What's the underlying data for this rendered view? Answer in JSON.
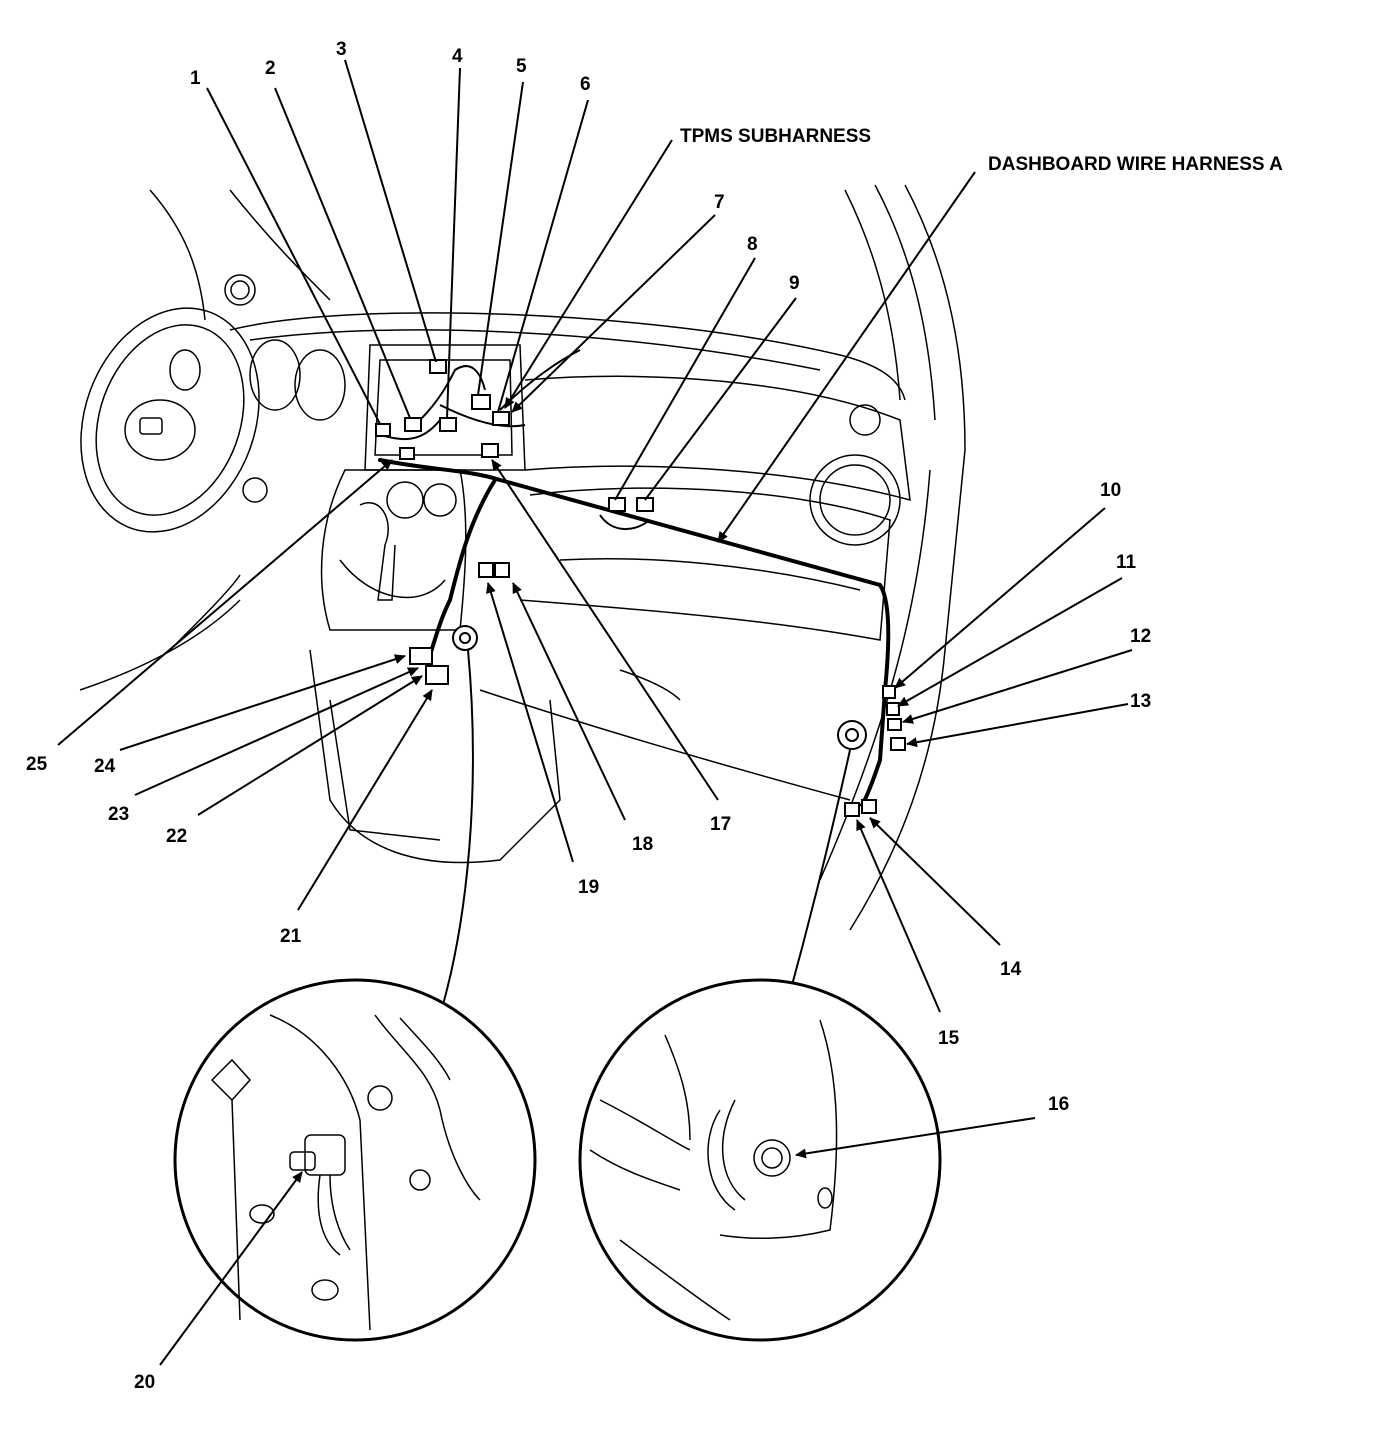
{
  "titles": {
    "tpms_subharness": "TPMS SUBHARNESS",
    "dashboard_harness": "DASHBOARD WIRE HARNESS A"
  },
  "callouts": [
    "1",
    "2",
    "3",
    "4",
    "5",
    "6",
    "7",
    "8",
    "9",
    "10",
    "11",
    "12",
    "13",
    "14",
    "15",
    "16",
    "17",
    "18",
    "19",
    "20",
    "21",
    "22",
    "23",
    "24",
    "25"
  ]
}
